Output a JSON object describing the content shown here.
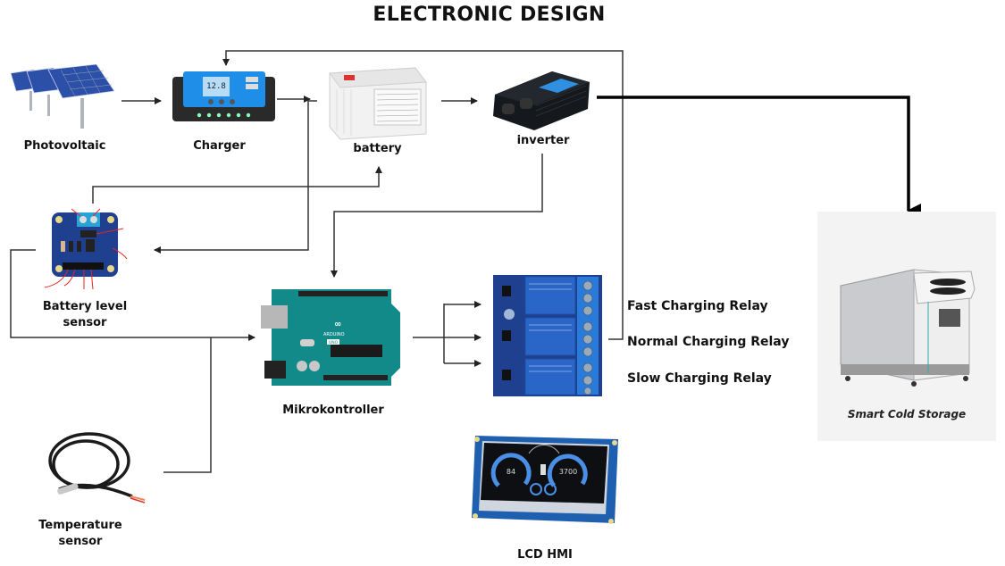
{
  "title": "ELECTRONIC DESIGN",
  "components": {
    "photovoltaic": {
      "label": "Photovoltaic",
      "icon": "solar-panel-icon"
    },
    "charger": {
      "label": "Charger",
      "icon": "charge-controller-icon",
      "display_value": "12.8"
    },
    "battery": {
      "label": "battery",
      "icon": "battery-icon"
    },
    "inverter": {
      "label": "inverter",
      "icon": "inverter-icon"
    },
    "battery_sensor": {
      "label_line1": "Battery level",
      "label_line2": "sensor",
      "icon": "current-sensor-board-icon"
    },
    "microcontroller": {
      "label": "Mikrokontroller",
      "icon": "arduino-board-icon",
      "board_text": "ARDUINO",
      "model_text": "UNO"
    },
    "relay_module": {
      "icon": "relay-module-icon"
    },
    "relays": [
      {
        "label": "Fast Charging Relay"
      },
      {
        "label": "Normal Charging Relay"
      },
      {
        "label": "Slow Charging Relay"
      }
    ],
    "temperature_sensor": {
      "label_line1": "Temperature",
      "label_line2": "sensor",
      "icon": "temperature-probe-icon"
    },
    "lcd_hmi": {
      "label": "LCD HMI",
      "icon": "lcd-touchscreen-icon",
      "gauge_left": "84",
      "gauge_right": "3700"
    },
    "cold_storage": {
      "label": "Smart Cold Storage",
      "icon": "cold-storage-unit-icon"
    }
  },
  "colors": {
    "wire": "#333333",
    "power_wire": "#000000",
    "pcb_blue": "#1f3f8f",
    "arduino_teal": "#138a8a",
    "relay_blue": "#2a66c8",
    "panel_blue": "#2c4fa8",
    "charger_blue": "#1e8ee8"
  }
}
